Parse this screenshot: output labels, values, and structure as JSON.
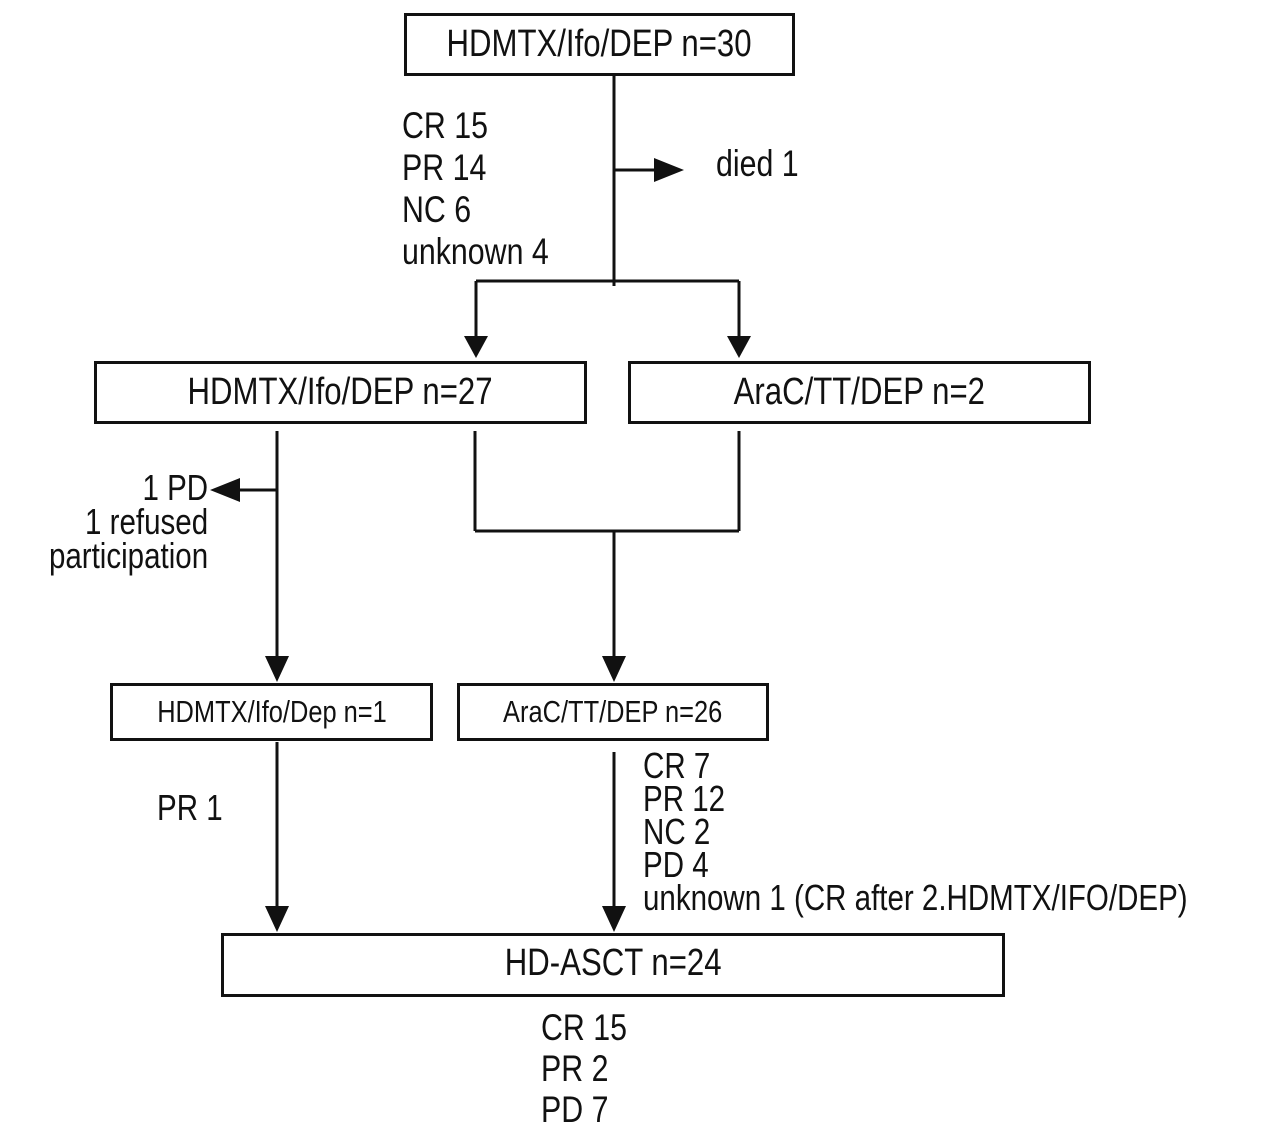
{
  "boxes": {
    "start": "HDMTX/Ifo/DEP n=30",
    "branch_left": "HDMTX/Ifo/DEP n=27",
    "branch_right": "AraC/TT/DEP n=2",
    "second_left": "HDMTX/Ifo/Dep n=1",
    "second_right": "AraC/TT/DEP n=26",
    "final": "HD-ASCT n=24"
  },
  "responses_after_start": [
    "CR 15",
    "PR 14",
    "NC 6",
    "unknown 4"
  ],
  "died": "died 1",
  "dropouts": [
    "1 PD",
    "1 refused",
    "participation"
  ],
  "response_second_left": "PR 1",
  "responses_second_right": [
    "CR 7",
    "PR 12",
    "NC 2",
    "PD 4",
    "unknown 1 (CR after 2.HDMTX/IFO/DEP)"
  ],
  "responses_final": [
    "CR 15",
    "PR 2",
    "PD 7"
  ],
  "colors": {
    "line": "#111111",
    "background": "#ffffff"
  }
}
